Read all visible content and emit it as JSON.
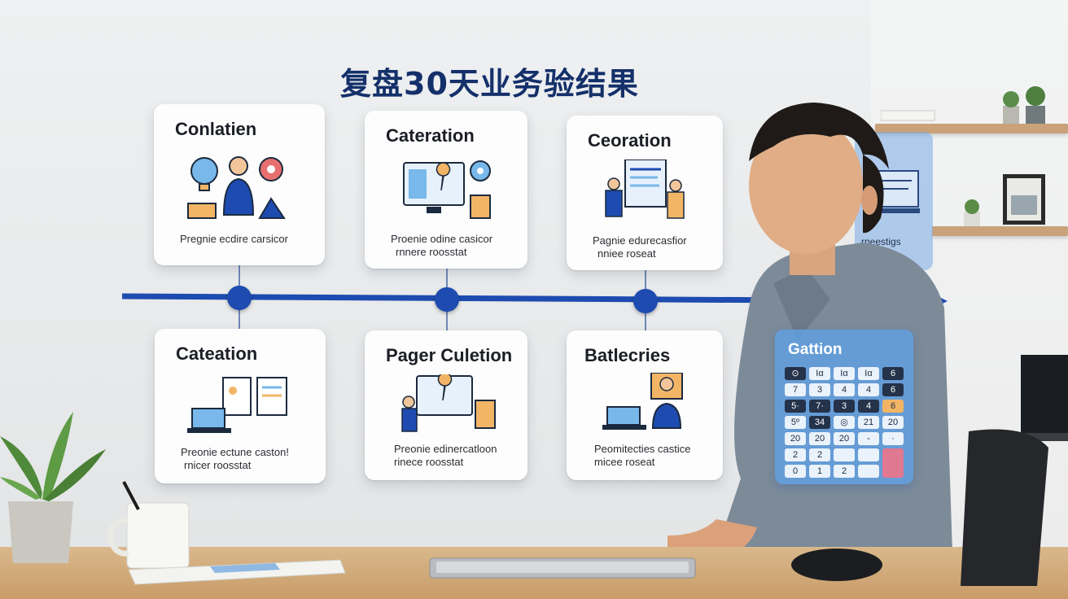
{
  "title": "复盘30天业务验结果",
  "cards": [
    {
      "title": "Conlatien",
      "line1": "Pregnie ecdire carsicor",
      "line2": ""
    },
    {
      "title": "Cateration",
      "line1": "Proenie odine casicor",
      "line2": "rnnere roosstat"
    },
    {
      "title": "Ceoration",
      "line1": "Pagnie edurecasfior",
      "line2": "nniee roseat"
    },
    {
      "title": "Cateation",
      "line1": "Preonie ectune caston!",
      "line2": "rnicer roosstat"
    },
    {
      "title": "Pager Culetion",
      "line1": "Preonie edinercatloon",
      "line2": "rinece roosstat"
    },
    {
      "title": "Batlecries",
      "line1": "Peomitecties castice",
      "line2": "micee roseat"
    }
  ],
  "calculator": {
    "label": "Gattion",
    "keys": [
      "⊙",
      "Ια",
      "Ια",
      "Ια",
      "6",
      "7",
      "3",
      "4",
      "4",
      "6",
      "5·",
      "7·",
      "3",
      "4",
      "6",
      "5º",
      "34",
      "◎",
      "21",
      "20",
      "20",
      "20",
      "20",
      "-",
      "·",
      "2",
      "2",
      "",
      "",
      "",
      "0",
      "1",
      "2",
      "",
      ""
    ]
  },
  "side_panel": {
    "label": "rneestigs"
  },
  "colors": {
    "title": "#14306a",
    "timeline": "#1d4bb0",
    "calc": "#60a0e2"
  }
}
